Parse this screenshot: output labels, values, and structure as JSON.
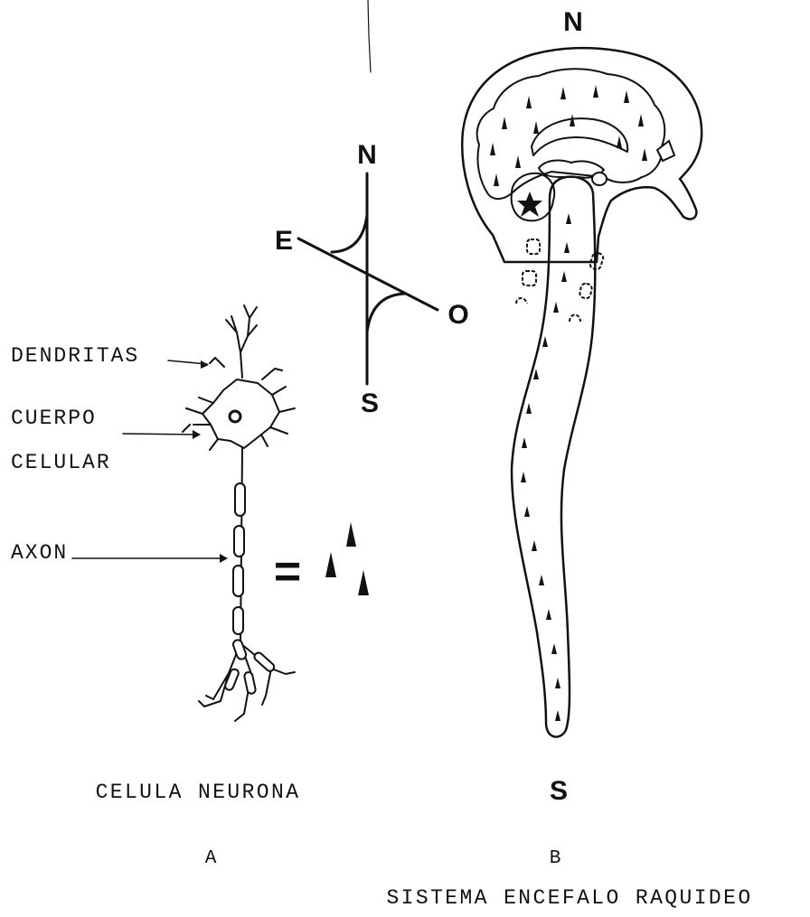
{
  "labels": {
    "dendritas": "DENDRITAS",
    "cuerpo": "CUERPO",
    "celular": "CELULAR",
    "axon": "AXON",
    "celula_neurona": "CELULA NEURONA",
    "panel_a": "A",
    "panel_b": "B",
    "sistema": "SISTEMA ENCEFALO RAQUIDEO"
  },
  "compass": {
    "north": "N",
    "south": "S",
    "east": "E",
    "west": "O"
  },
  "brain_poles": {
    "north": "N",
    "south": "S"
  },
  "equals_sign": "="
}
